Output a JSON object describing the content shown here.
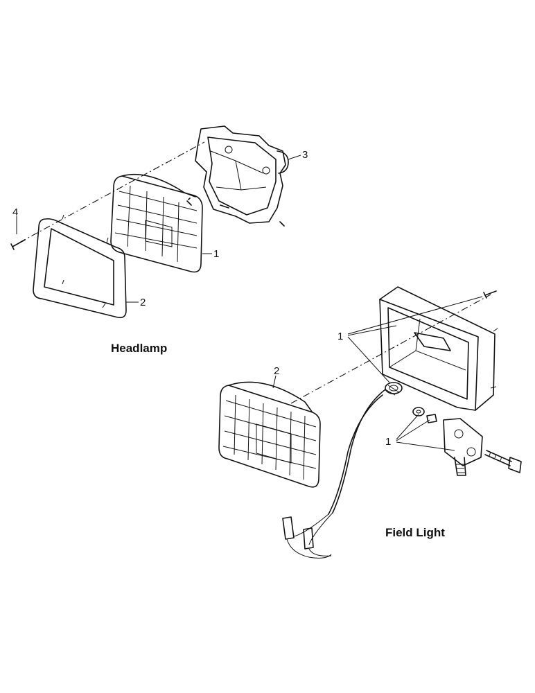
{
  "headlamp": {
    "title": "Headlamp",
    "callouts": {
      "lamp": "1",
      "frame": "2",
      "housing": "3",
      "screw": "4"
    }
  },
  "field_light": {
    "title": "Field Light",
    "callouts": {
      "hardware_top": "1",
      "lens": "2",
      "hardware_mount": "1"
    }
  }
}
